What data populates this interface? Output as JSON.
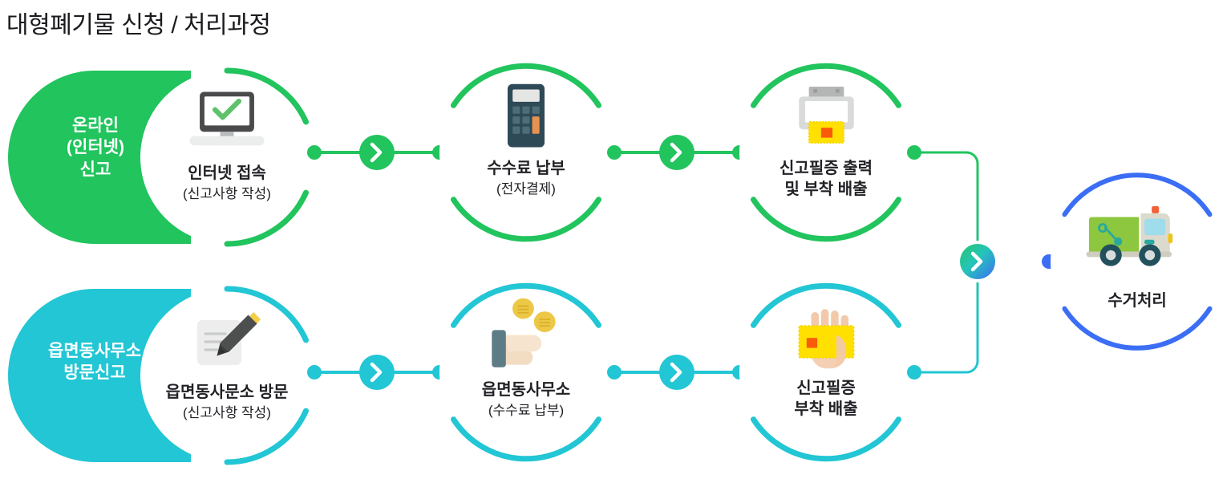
{
  "page": {
    "title": "대형폐기물 신청 / 처리과정",
    "background": "#ffffff"
  },
  "colors": {
    "green": "#21c45d",
    "cyan": "#22c6d4",
    "blue": "#3b6ef5",
    "text": "#212126",
    "white": "#ffffff"
  },
  "tracks": [
    {
      "id": "online",
      "pill_label_lines": [
        "온라인",
        "(인터넷)",
        "신고"
      ],
      "pill_color": "#21c45d",
      "accent": "#21c45d",
      "steps": [
        {
          "icon": "laptop-check-icon",
          "main": "인터넷 접속",
          "sub": "(신고사항 작성)"
        },
        {
          "icon": "calculator-icon",
          "main": "수수료 납부",
          "sub": "(전자결제)"
        },
        {
          "icon": "printer-label-icon",
          "main": "신고필증 출력",
          "sub": "및 부착 배출"
        }
      ]
    },
    {
      "id": "visit",
      "pill_label_lines": [
        "읍면동사무소",
        "방문신고"
      ],
      "pill_color": "#22c6d4",
      "accent": "#22c6d4",
      "steps": [
        {
          "icon": "document-pen-icon",
          "main": "읍면동사문소 방문",
          "sub": "(신고사항 작성)"
        },
        {
          "icon": "hand-coins-icon",
          "main": "읍면동사무소",
          "sub": "(수수료 납부)"
        },
        {
          "icon": "hand-label-icon",
          "main": "신고필증",
          "sub": "부착 배출"
        }
      ]
    }
  ],
  "final": {
    "icon": "garbage-truck-icon",
    "label": "수거처리",
    "accent": "#3b6ef5"
  },
  "connectors": {
    "chevron_glyph": "›",
    "row1_arrows": 2,
    "row2_arrows": 2,
    "merge_arrows": 1
  }
}
